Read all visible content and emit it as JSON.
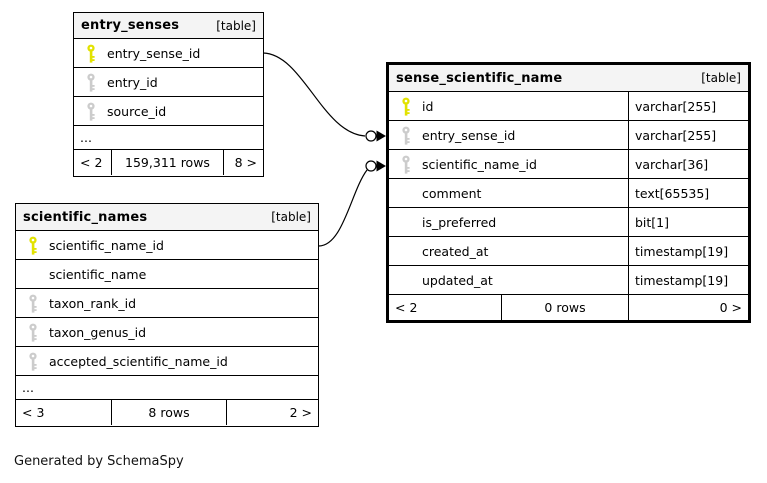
{
  "note": "Generated by SchemaSpy",
  "colors": {
    "primary_key_icon": "#e2e200",
    "foreign_key_icon": "#cccccc",
    "header_bg": "#f4f4f4",
    "border": "#000000"
  },
  "tables": {
    "entry_senses": {
      "title": "entry_senses",
      "tag": "[table]",
      "rows": [
        {
          "name": "entry_sense_id",
          "key": "primary"
        },
        {
          "name": "entry_id",
          "key": "foreign"
        },
        {
          "name": "source_id",
          "key": "foreign"
        }
      ],
      "more": "...",
      "stats": {
        "in": "< 2",
        "rows": "159,311 rows",
        "out": "8 >"
      }
    },
    "scientific_names": {
      "title": "scientific_names",
      "tag": "[table]",
      "rows": [
        {
          "name": "scientific_name_id",
          "key": "primary"
        },
        {
          "name": "scientific_name",
          "key": "none"
        },
        {
          "name": "taxon_rank_id",
          "key": "foreign"
        },
        {
          "name": "taxon_genus_id",
          "key": "foreign"
        },
        {
          "name": "accepted_scientific_name_id",
          "key": "foreign"
        }
      ],
      "more": "...",
      "stats": {
        "in": "< 3",
        "rows": "8 rows",
        "out": "2 >"
      }
    },
    "sense_scientific_name": {
      "title": "sense_scientific_name",
      "tag": "[table]",
      "rows": [
        {
          "name": "id",
          "type": "varchar[255]",
          "key": "primary"
        },
        {
          "name": "entry_sense_id",
          "type": "varchar[255]",
          "key": "foreign"
        },
        {
          "name": "scientific_name_id",
          "type": "varchar[36]",
          "key": "foreign"
        },
        {
          "name": "comment",
          "type": "text[65535]",
          "key": "none"
        },
        {
          "name": "is_preferred",
          "type": "bit[1]",
          "key": "none"
        },
        {
          "name": "created_at",
          "type": "timestamp[19]",
          "key": "none"
        },
        {
          "name": "updated_at",
          "type": "timestamp[19]",
          "key": "none"
        }
      ],
      "stats": {
        "in": "< 2",
        "rows": "0 rows",
        "out": "0 >"
      }
    }
  },
  "relationships": [
    {
      "from": "entry_senses.entry_sense_id",
      "to": "sense_scientific_name.entry_sense_id"
    },
    {
      "from": "scientific_names.scientific_name_id",
      "to": "sense_scientific_name.scientific_name_id"
    }
  ]
}
